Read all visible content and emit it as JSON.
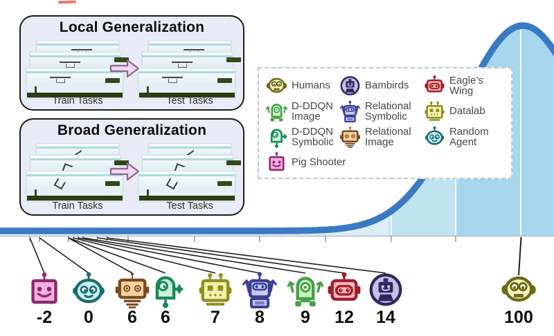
{
  "figure": {
    "panels": [
      {
        "id": "local",
        "title": "Local Generalization",
        "left_caption": "Train Tasks",
        "right_caption": "Test Tasks"
      },
      {
        "id": "broad",
        "title": "Broad Generalization",
        "left_caption": "Train Tasks",
        "right_caption": "Test Tasks"
      }
    ],
    "legend": {
      "items": [
        {
          "label": "Humans",
          "icon": "monkey-face-robot-icon",
          "variant": "monkey",
          "dark": "#6f6a15",
          "light": "#f4f0c2"
        },
        {
          "label": "Bambirds",
          "icon": "circle-badge-robot-icon",
          "variant": "badge",
          "dark": "#2e2960",
          "light": "#c8bee6"
        },
        {
          "label": "Eagle’s Wing",
          "icon": "visor-robot-icon",
          "variant": "visor",
          "dark": "#a01e2c",
          "light": "#f5b6bc"
        },
        {
          "label": "D-DDQN Image",
          "icon": "cyclops-arms-robot-icon",
          "variant": "cyclopsArms",
          "dark": "#44a044",
          "light": "#ccefc4"
        },
        {
          "label": "Relational Symbolic",
          "icon": "arms-up-robot-icon",
          "variant": "armsup",
          "dark": "#3a3e96",
          "light": "#c7cbf0"
        },
        {
          "label": "Datalab",
          "icon": "square-eyes-robot-icon",
          "variant": "datalab",
          "dark": "#8f8f20",
          "light": "#f1f1ac"
        },
        {
          "label": "D-DDQN Symbolic",
          "icon": "cyclops-robot-icon",
          "variant": "cyclops",
          "dark": "#168a55",
          "light": "#cdeeda"
        },
        {
          "label": "Relational Image",
          "icon": "ear-robot-icon",
          "variant": "earbot",
          "dark": "#7a4a20",
          "light": "#f6d0a0"
        },
        {
          "label": "Random Agent",
          "icon": "round-robot-icon",
          "variant": "round",
          "dark": "#1c6b70",
          "light": "#c6efef"
        },
        {
          "label": "Pig Shooter",
          "icon": "smiling-square-robot-icon",
          "variant": "square",
          "dark": "#8b2a6b",
          "light": "#f4aee0"
        }
      ]
    },
    "chart_data": {
      "type": "area",
      "title": "",
      "xlabel": "",
      "ylabel": "",
      "description": "Score distribution curve along a horizontal score axis; the curve peaks at the human score of 100. Agent scores are marked on the axis with leader lines to agent icons.",
      "curve": {
        "peak_score": 100,
        "stroke_color": "#3a7ac3",
        "fill_color": "#a6d7ee"
      },
      "axis_color": "#b6bdc5",
      "x_range_scores": [
        -8,
        107
      ],
      "points": [
        {
          "label": "Pig Shooter",
          "value": -2,
          "display": "-2"
        },
        {
          "label": "Random Agent",
          "value": 0,
          "display": "0"
        },
        {
          "label": "Relational Image",
          "value": 6,
          "display": "6"
        },
        {
          "label": "D-DDQN Symbolic",
          "value": 6,
          "display": "6"
        },
        {
          "label": "Datalab",
          "value": 7,
          "display": "7"
        },
        {
          "label": "Relational Symbolic",
          "value": 8,
          "display": "8"
        },
        {
          "label": "D-DDQN Image",
          "value": 9,
          "display": "9"
        },
        {
          "label": "Eagle’s Wing",
          "value": 12,
          "display": "12"
        },
        {
          "label": "Bambirds",
          "value": 14,
          "display": "14"
        },
        {
          "label": "Humans",
          "value": 100,
          "display": "100"
        }
      ]
    }
  }
}
